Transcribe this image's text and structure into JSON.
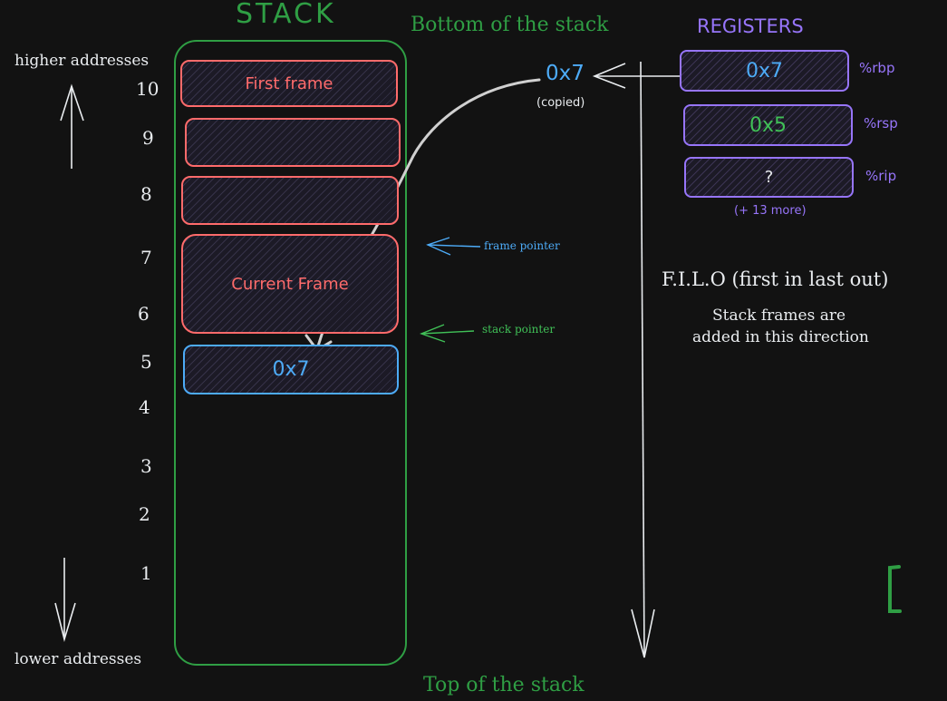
{
  "stack": {
    "title": "STACK",
    "higher_label": "higher addresses",
    "lower_label": "lower addresses",
    "addresses": [
      "10",
      "9",
      "8",
      "7",
      "6",
      "5",
      "4",
      "3",
      "2",
      "1"
    ],
    "frames": {
      "first": "First frame",
      "current": "Current Frame",
      "pushed_value": "0x7"
    },
    "frame_pointer_label": "frame pointer",
    "stack_pointer_label": "stack pointer"
  },
  "bottom_label": "Bottom of the stack",
  "top_label": "Top of the stack",
  "copied": {
    "value": "0x7",
    "note": "(copied)"
  },
  "registers": {
    "title": "REGISTERS",
    "items": [
      {
        "value": "0x7",
        "name": "%rbp"
      },
      {
        "value": "0x5",
        "name": "%rsp"
      },
      {
        "value": "?",
        "name": "%rip"
      }
    ],
    "more": "(+ 13 more)"
  },
  "filo": {
    "title": "F.I.L.O (first in last out)",
    "line1": "Stack frames are",
    "line2": "added in this direction"
  },
  "colors": {
    "background": "#121212",
    "stack_green": "#2f9e44",
    "frame_red": "#ff6b6b",
    "value_blue": "#4dabf7",
    "register_purple": "#9775fa"
  }
}
